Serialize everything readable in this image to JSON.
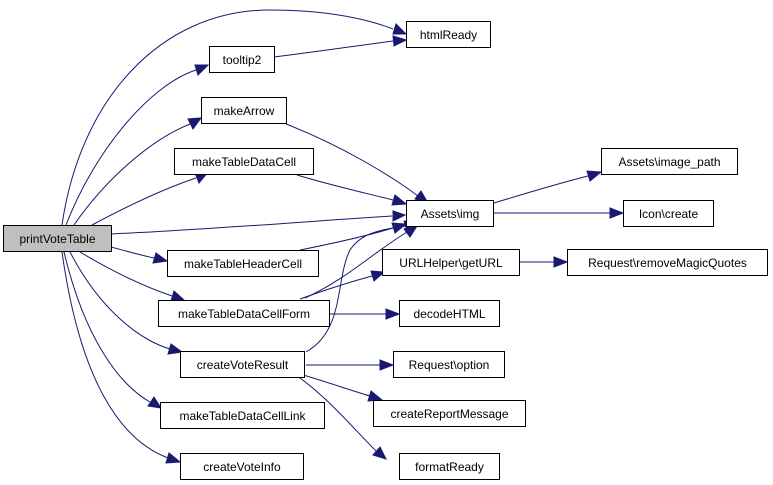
{
  "colors": {
    "edge": "#191970",
    "node_border": "#000000",
    "node_fill": "#ffffff",
    "root_fill": "#bfbfbf"
  },
  "nodes": {
    "printVoteTable": "printVoteTable",
    "tooltip2": "tooltip2",
    "htmlReady": "htmlReady",
    "makeArrow": "makeArrow",
    "makeTableDataCell": "makeTableDataCell",
    "assetsImg": "Assets\\img",
    "assetsImagePath": "Assets\\image_path",
    "iconCreate": "Icon\\create",
    "makeTableHeaderCell": "makeTableHeaderCell",
    "urlHelperGetUrl": "URLHelper\\getURL",
    "requestRemoveMagicQuotes": "Request\\removeMagicQuotes",
    "makeTableDataCellForm": "makeTableDataCellForm",
    "decodeHtml": "decodeHTML",
    "createVoteResult": "createVoteResult",
    "requestOption": "Request\\option",
    "makeTableDataCellLink": "makeTableDataCellLink",
    "createReportMessage": "createReportMessage",
    "createVoteInfo": "createVoteInfo",
    "formatReady": "formatReady"
  }
}
